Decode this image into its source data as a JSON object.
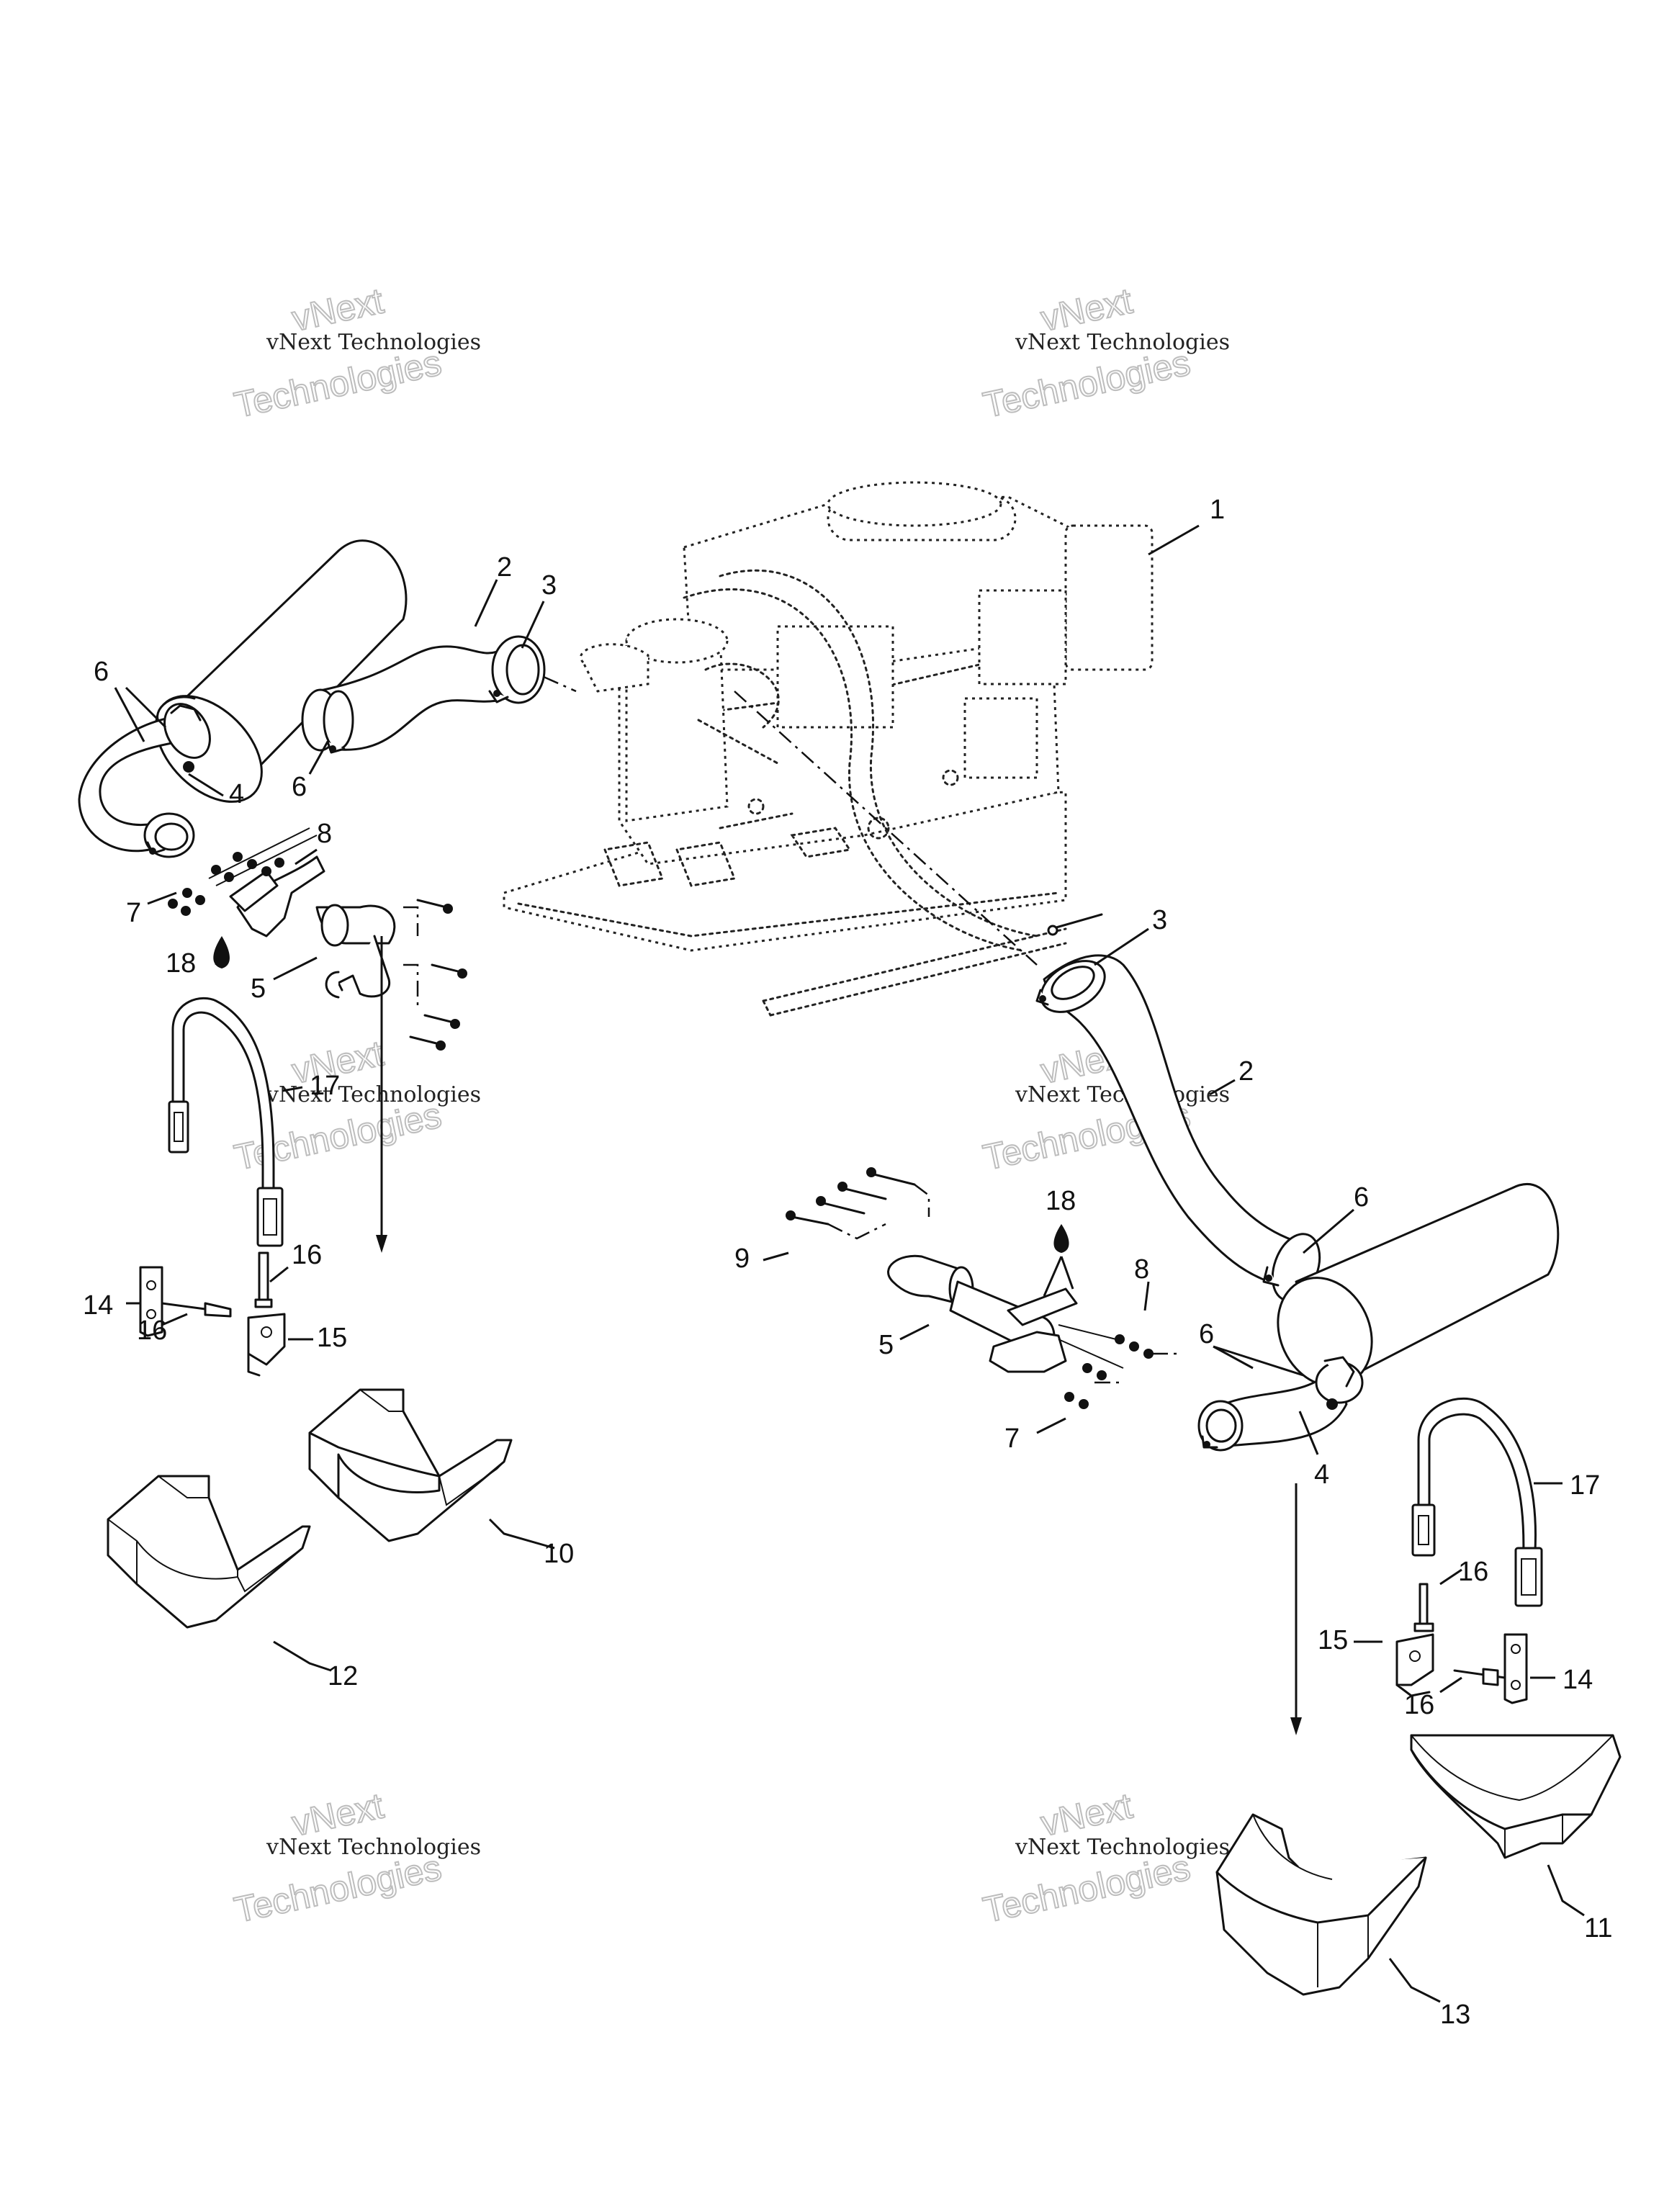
{
  "watermark": {
    "line_small": "vNext Technologies",
    "line_big_top": "vNext",
    "line_big_bottom": "Technologies"
  },
  "callouts": {
    "c1": "1",
    "c2": "2",
    "c3": "3",
    "c4": "4",
    "c5": "5",
    "c6": "6",
    "c7": "7",
    "c8": "8",
    "c9": "9",
    "c10": "10",
    "c11": "11",
    "c12": "12",
    "c13": "13",
    "c14": "14",
    "c15": "15",
    "c16": "16",
    "c17": "17",
    "c18": "18"
  }
}
